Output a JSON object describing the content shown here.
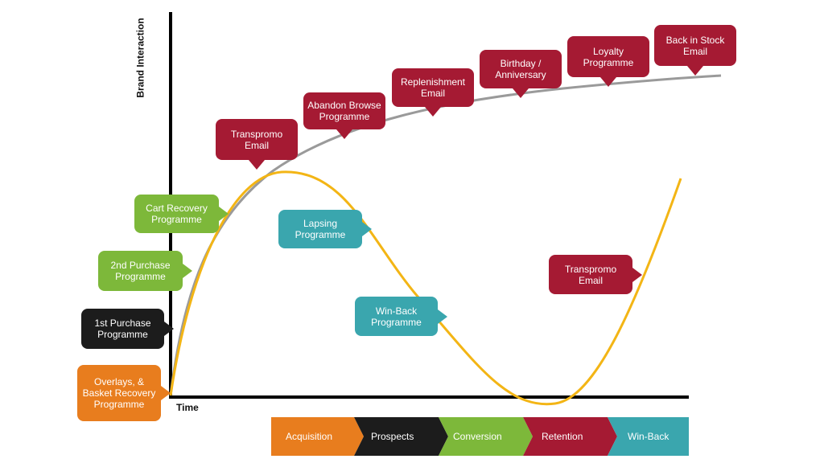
{
  "axes": {
    "y_label": "Brand Interaction",
    "x_label": "Time"
  },
  "callouts": {
    "overlays": "Overlays, &\nBasket Recovery\nProgramme",
    "first_purchase": "1st Purchase\nProgramme",
    "second_purchase": "2nd Purchase\nProgramme",
    "cart_recovery": "Cart Recovery\nProgramme",
    "transpromo_top": "Transpromo\nEmail",
    "abandon_browse": "Abandon Browse\nProgramme",
    "replenishment": "Replenishment\nEmail",
    "birthday": "Birthday /\nAnniversary",
    "loyalty": "Loyalty\nProgramme",
    "back_in_stock": "Back in Stock\nEmail",
    "lapsing": "Lapsing\nProgramme",
    "win_back_prog": "Win-Back\nProgramme",
    "transpromo_right": "Transpromo\nEmail"
  },
  "stages": [
    "Acquisition",
    "Prospects",
    "Conversion",
    "Retention",
    "Win-Back"
  ],
  "colors": {
    "grey_curve": "#9a9a9a",
    "yellow_curve": "#f3b515",
    "red": "#a51a33",
    "green": "#7db83a",
    "black": "#1c1c1c",
    "orange": "#e87d1e",
    "teal": "#3aa6ae"
  }
}
